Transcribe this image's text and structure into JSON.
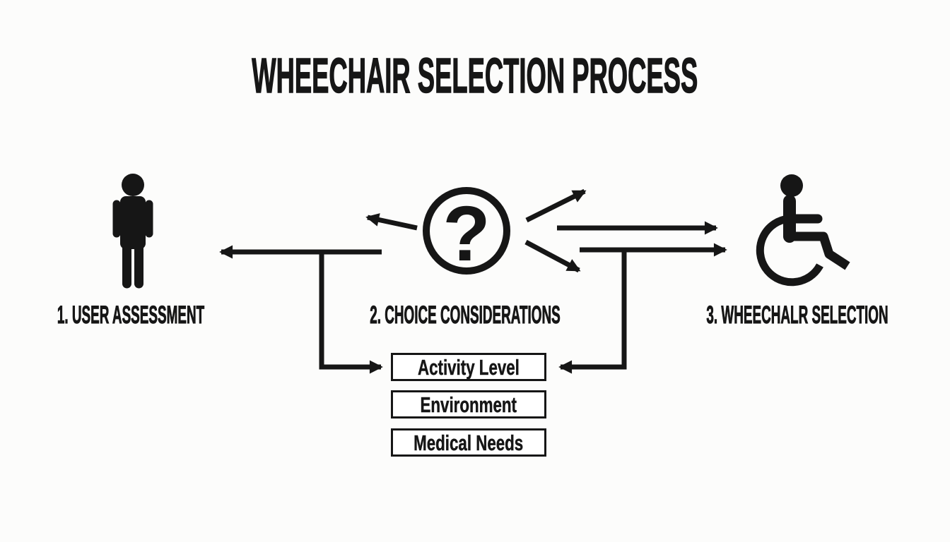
{
  "title": "WHEECHAIR SELECTION PROCESS",
  "steps": [
    {
      "label": "1. USER ASSESSMENT",
      "icon": "person-icon"
    },
    {
      "label": "2. CHOICE CONSIDERATIONS",
      "icon": "question-circle-icon"
    },
    {
      "label": "3. WHEECHALR SELECTION",
      "icon": "wheelchair-icon"
    }
  ],
  "question_mark_glyph": "?",
  "considerations": [
    "Activity Level",
    "Environment",
    "Medical Needs"
  ],
  "colors": {
    "ink": "#161616",
    "background": "#fcfcfb",
    "box_border": "#161616",
    "box_background": "#ffffff"
  }
}
